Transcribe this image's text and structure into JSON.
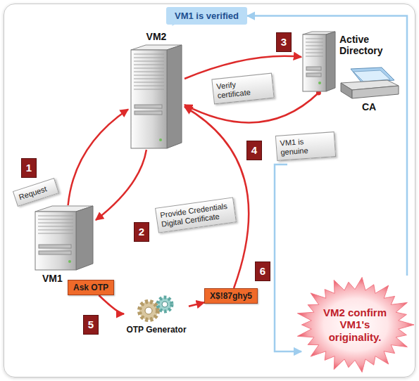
{
  "diagram": {
    "nodes": [
      {
        "text": [
          "VM1 is verified"
        ]
      },
      {
        "text": [
          "VM2"
        ]
      },
      {
        "text": [
          "Active Directory"
        ]
      },
      {
        "text": [
          "CA"
        ]
      },
      {
        "text": [
          "VM1"
        ]
      },
      {
        "text": [
          "Ask OTP"
        ]
      },
      {
        "text": [
          "OTP Generator"
        ]
      },
      {
        "text": [
          "X$!87ghy5"
        ]
      },
      {
        "text": [
          "VM2 confirm VM1's originality."
        ]
      }
    ],
    "edges": [
      {
        "from": 4,
        "to": 1,
        "label": "Request",
        "arrow": "to"
      },
      {
        "from": 1,
        "to": 4,
        "label": "Provide Credentials Digital Certificate",
        "arrow": "to"
      },
      {
        "from": 1,
        "to": 2,
        "label": "Verify certificate",
        "arrow": "to"
      },
      {
        "from": 2,
        "to": 1,
        "label": "VM1 is genuine",
        "arrow": "to"
      },
      {
        "from": 5,
        "to": 6,
        "arrow": "to"
      },
      {
        "from": 6,
        "to": 7,
        "arrow": "to"
      },
      {
        "from": 7,
        "to": 1,
        "arrow": "to"
      },
      {
        "from": 8,
        "to": 0,
        "arrow": "to"
      }
    ],
    "labels": [
      "1",
      "2",
      "3",
      "4",
      "5",
      "6"
    ]
  }
}
